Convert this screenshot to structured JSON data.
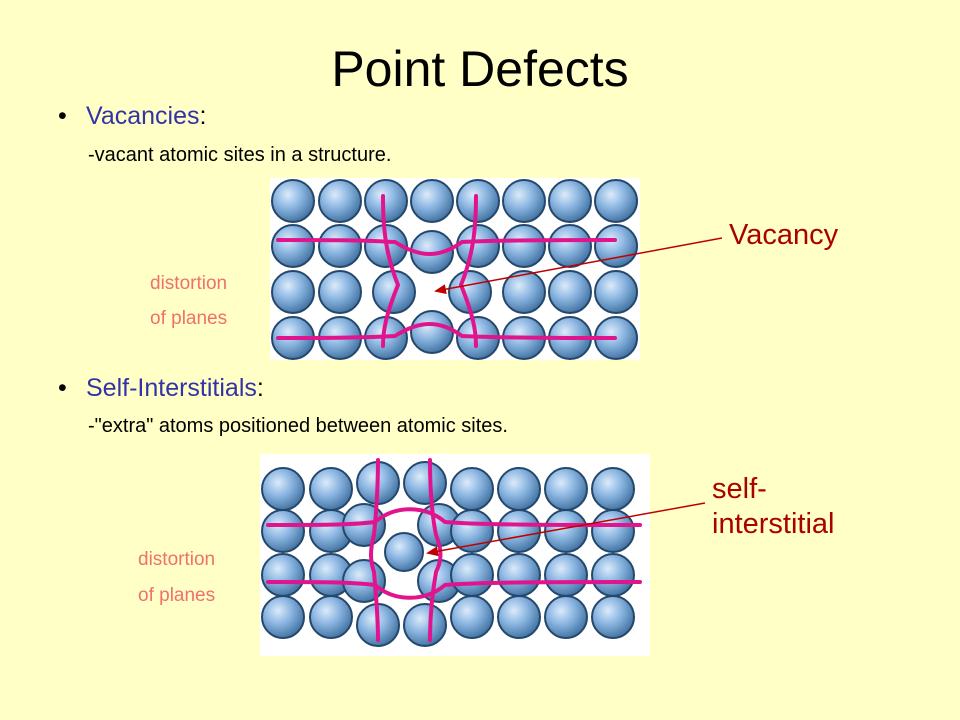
{
  "title": "Point Defects",
  "vacancies": {
    "term": "Vacancies",
    "colon": ":",
    "description": "-vacant atomic sites in a structure.",
    "side_label_line1": "distortion",
    "side_label_line2": "of planes",
    "callout": "Vacancy"
  },
  "interstitials": {
    "term": "Self-Interstitials",
    "colon": ":",
    "description": "-\"extra\" atoms positioned between atomic sites.",
    "side_label_line1": "distortion",
    "side_label_line2": "of planes",
    "callout_line1": "self-",
    "callout_line2": "interstitial"
  },
  "colors": {
    "background": "#FFFFC6",
    "atom": "#6E9ED0",
    "plane_line": "#E0148C",
    "arrow": "#C00000"
  }
}
